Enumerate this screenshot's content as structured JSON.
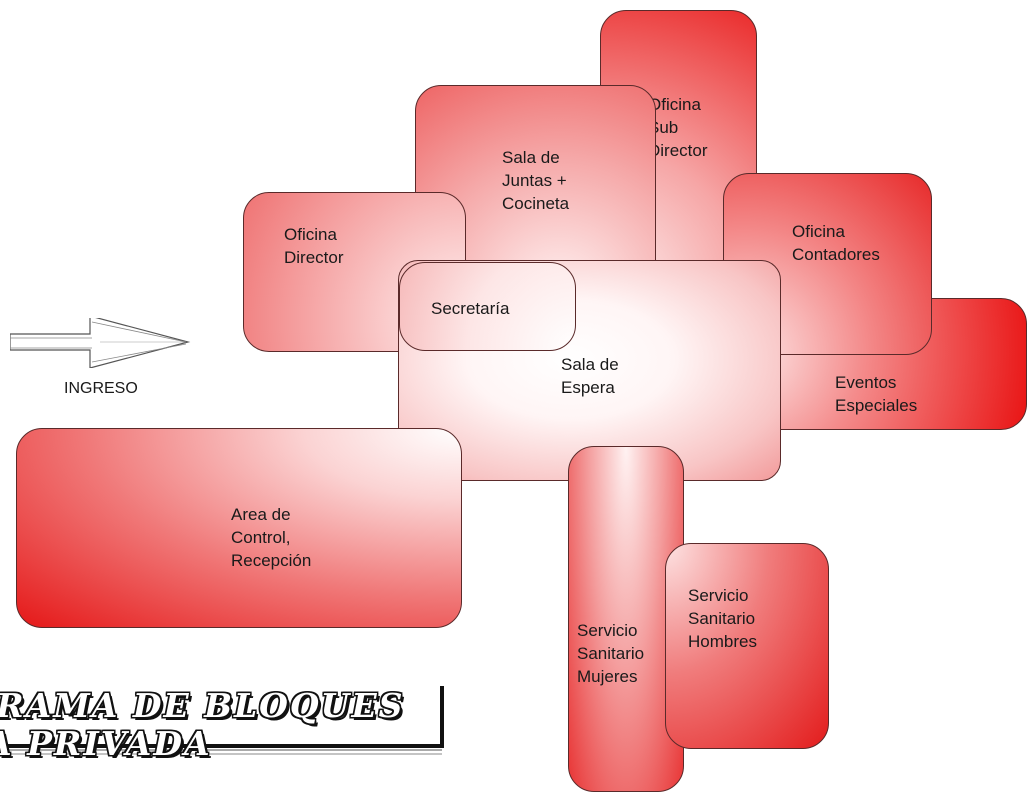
{
  "entrance": {
    "label": "INGRESO"
  },
  "blocks": {
    "oficina_sub_director": "Oficina\nSub\nDirector",
    "sala_juntas": "Sala de\nJuntas +\nCocineta",
    "oficina_director": "Oficina\nDirector",
    "oficina_contadores": "Oficina\nContadores",
    "eventos_especiales": "Eventos\nEspeciales",
    "sala_espera": "Sala de\nEspera",
    "secretaria": "Secretaría",
    "area_control": "Area de\nControl,\nRecepción",
    "servicio_mujeres": "Servicio\nSanitario\nMujeres",
    "servicio_hombres": "Servicio\nSanitario\nHombres"
  },
  "title": {
    "line1": "GRAMA DE BLOQUES",
    "line2": "A PRIVADA"
  },
  "colors": {
    "accent_red": "#e51818",
    "outline": "#5a2a2a"
  }
}
